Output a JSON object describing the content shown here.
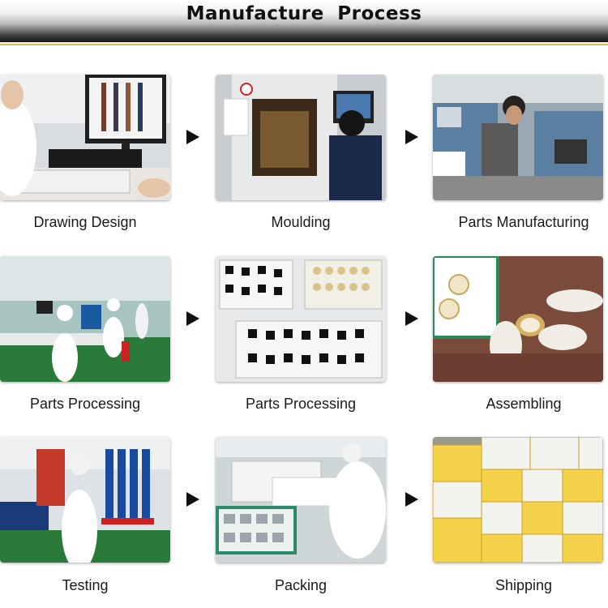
{
  "banner": {
    "title": "Manufacture Process"
  },
  "steps": [
    {
      "label": "Drawing Design"
    },
    {
      "label": "Moulding"
    },
    {
      "label": "Parts Manufacturing"
    },
    {
      "label": "Parts Processing"
    },
    {
      "label": "Parts Processing"
    },
    {
      "label": "Assembling"
    },
    {
      "label": "Testing"
    },
    {
      "label": "Packing"
    },
    {
      "label": "Shipping"
    }
  ]
}
